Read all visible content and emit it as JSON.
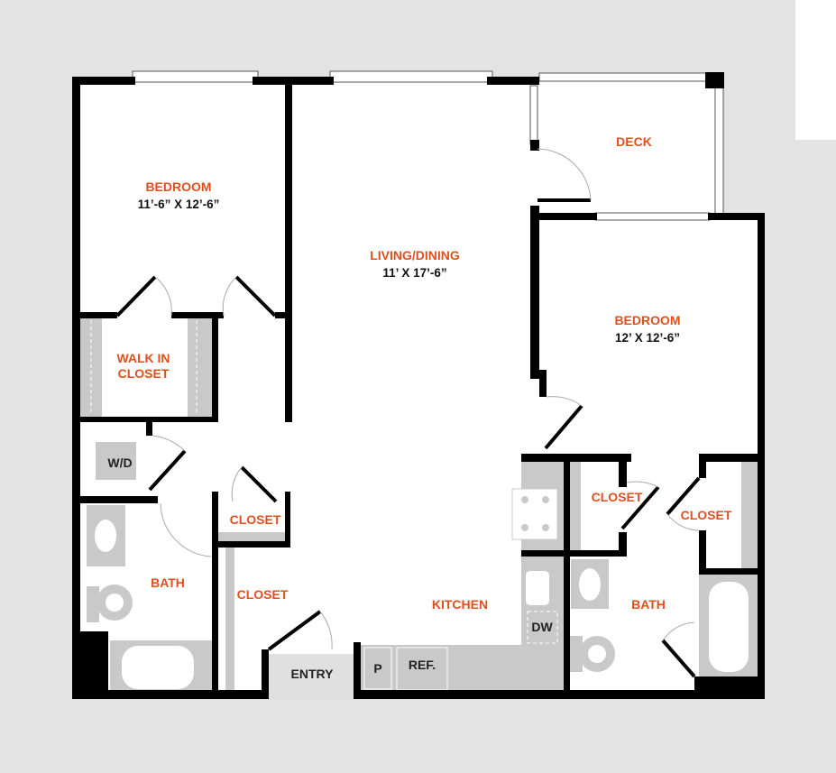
{
  "colors": {
    "label": "#e0501e",
    "wall": "#000000",
    "fixture": "#c9c9c9",
    "background": "#e3e3e3"
  },
  "rooms": {
    "bedroom1": {
      "name": "BEDROOM",
      "size": "11’-6” X 12’-6”"
    },
    "living": {
      "name": "LIVING/DINING",
      "size": "11’ X 17’-6”"
    },
    "deck": {
      "name": "DECK"
    },
    "bedroom2": {
      "name": "BEDROOM",
      "size": "12’ X 12’-6”"
    },
    "walkin": {
      "line1": "WALK IN",
      "line2": "CLOSET"
    },
    "wd": "W/D",
    "bath1": "BATH",
    "closet_small": "CLOSET",
    "closet_hall": "CLOSET",
    "kitchen": "KITCHEN",
    "closet_b2a": "CLOSET",
    "closet_b2b": "CLOSET",
    "bath2": "BATH",
    "entry": "ENTRY",
    "pantry": "P",
    "ref": "REF.",
    "dw": "DW"
  }
}
